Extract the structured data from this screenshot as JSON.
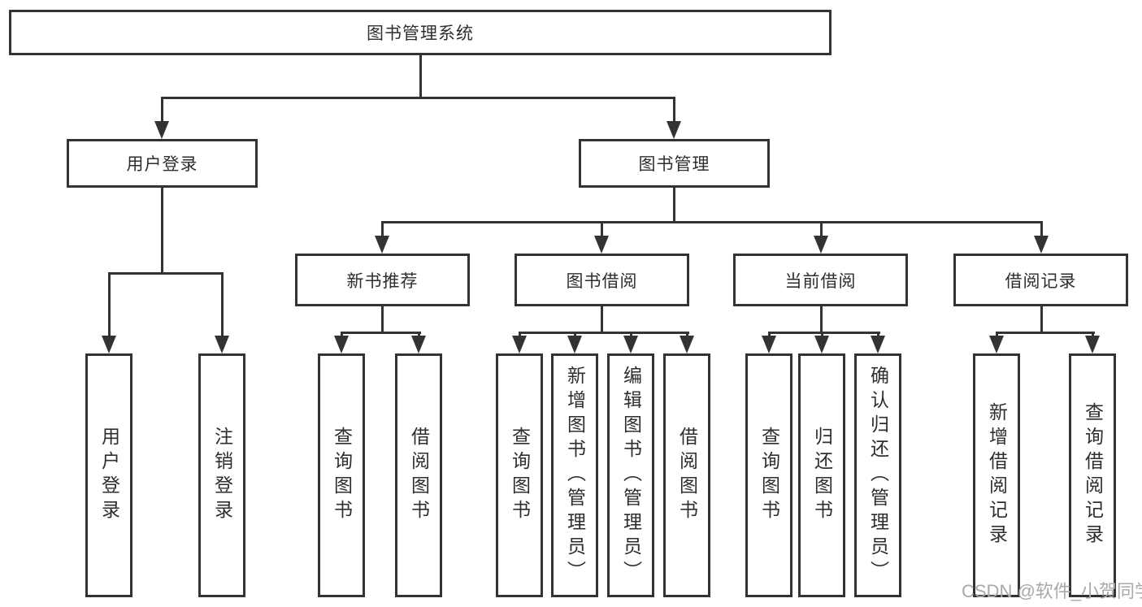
{
  "diagram": {
    "root": {
      "label": "图书管理系统"
    },
    "user_login": {
      "label": "用户登录",
      "children": [
        "用户登录",
        "注销登录"
      ]
    },
    "book_mgmt": {
      "label": "图书管理"
    },
    "new_books": {
      "label": "新书推荐",
      "children": [
        "查询图书",
        "借阅图书"
      ]
    },
    "book_borrow": {
      "label": "图书借阅",
      "children": [
        "查询图书",
        "新增图书（管理员）",
        "编辑图书（管理员）",
        "借阅图书"
      ]
    },
    "current_borrow": {
      "label": "当前借阅",
      "children": [
        "查询图书",
        "归还图书",
        "确认归还（管理员）"
      ]
    },
    "borrow_records": {
      "label": "借阅记录",
      "children": [
        "新增借阅记录",
        "查询借阅记录"
      ]
    }
  },
  "colors": {
    "line": "#333333",
    "text": "#2e2e2e",
    "watermark": "#a9a9a9",
    "background": "#ffffff"
  },
  "watermark": {
    "text": "CSDN @软件_小贺同学"
  }
}
